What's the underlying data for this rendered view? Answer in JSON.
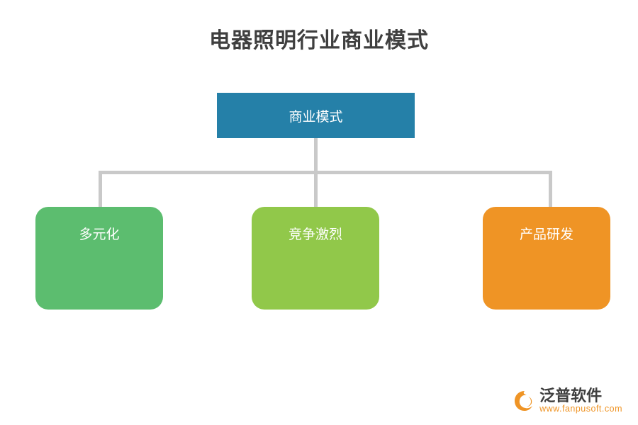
{
  "diagram": {
    "title": "电器照明行业商业模式",
    "type": "org-tree",
    "root": {
      "label": "商业模式",
      "color": "#2580a8"
    },
    "children": [
      {
        "label": "多元化",
        "color": "#5cbd6f"
      },
      {
        "label": "竞争激烈",
        "color": "#91c84a"
      },
      {
        "label": "产品研发",
        "color": "#ef9425"
      }
    ],
    "connector_color": "#c9c9c9"
  },
  "watermark": {
    "logo_icon": "fanpu-logo-icon",
    "name": "泛普软件",
    "url": "www.fanpusoft.com",
    "accent": "#ef9425"
  }
}
